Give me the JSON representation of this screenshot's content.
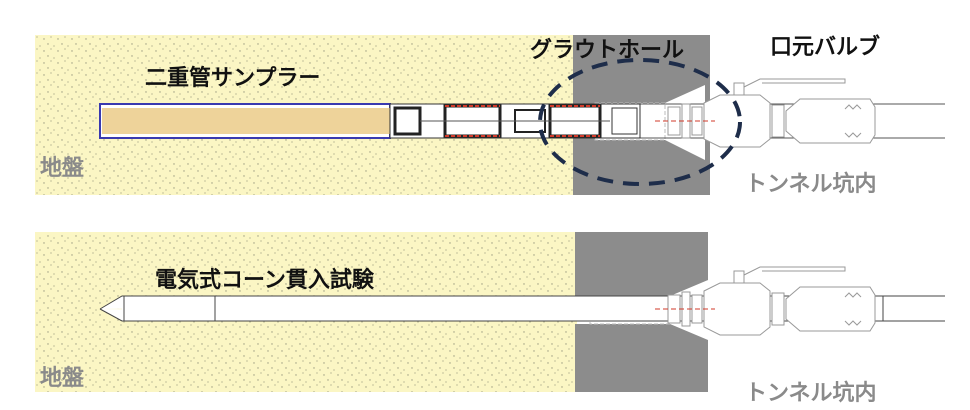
{
  "top_panel": {
    "sampler_label": "二重管サンプラー",
    "ground_label": "地盤",
    "grout_hole_label": "グラウトホール",
    "valve_label": "口元バルブ",
    "tunnel_label": "トンネル坑内"
  },
  "bottom_panel": {
    "cone_label": "電気式コーン貫入試験",
    "ground_label": "地盤",
    "tunnel_label": "トンネル坑内"
  },
  "colors": {
    "soil": "#fbf6c4",
    "concrete": "#8c8c8c",
    "core": "#eed39a",
    "seal": "#d23a2a",
    "liner": "#3a3ab0",
    "highlight": "#1e2d4a"
  }
}
